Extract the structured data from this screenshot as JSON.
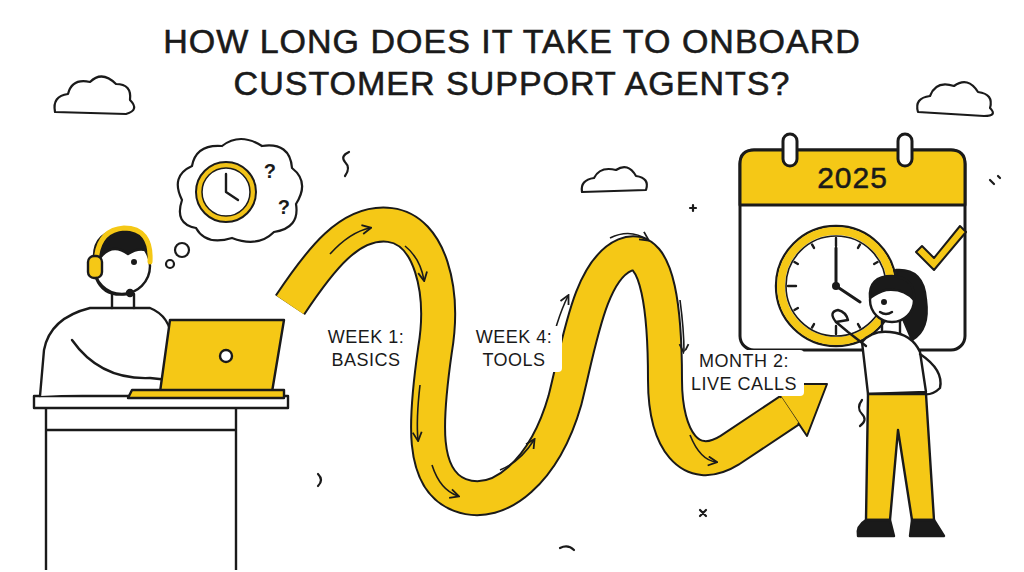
{
  "diagram": {
    "title": "HOW LONG DOES IT TAKE TO ONBOARD CUSTOMER SUPPORT AGENTS?",
    "nodes": [
      {
        "text": [
          "2025"
        ]
      }
    ],
    "labels": [
      "WEEK 1: BASICS",
      "WEEK 4: TOOLS",
      "MONTH 2: LIVE CALLS",
      "?",
      "?"
    ]
  }
}
